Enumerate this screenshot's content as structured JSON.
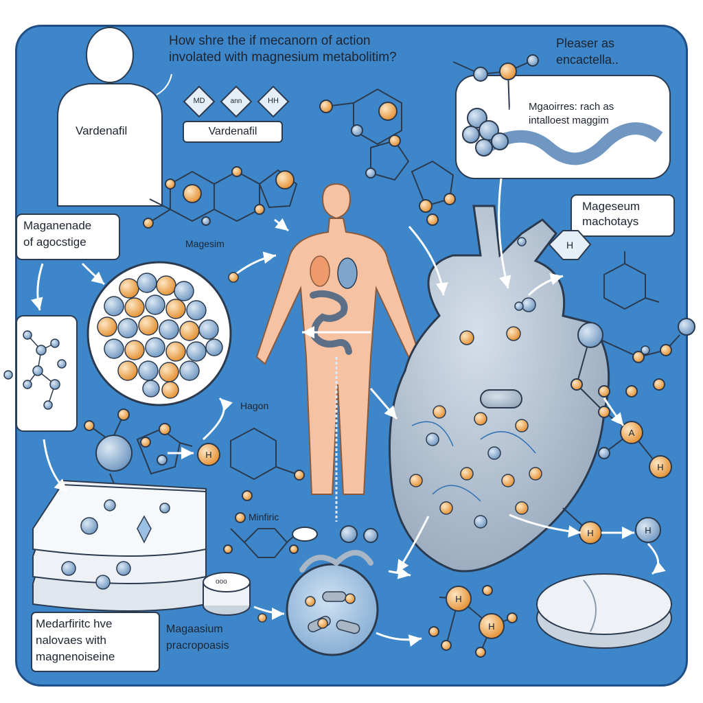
{
  "title": {
    "line1": "How shre the if mecanorn of action",
    "line2": "involated with magnesium metabolitim?"
  },
  "person": {
    "label": "Vardenafil"
  },
  "vardenafil_tag": {
    "label": "Vardenafil"
  },
  "hex_badges": [
    "MD",
    "ann",
    "HH"
  ],
  "top_right_note": {
    "line1": "Pleaser as",
    "line2": "encactella.."
  },
  "top_right_box": {
    "line1": "Mgaoirres: rach as",
    "line2": "intalloest maggim"
  },
  "magnesium_machotays": {
    "line1": "Mageseum",
    "line2": "machotays"
  },
  "left_box": {
    "line1": "Maganenade",
    "line2": "of agocstige"
  },
  "bottom_left_box": {
    "line1": "Medarfiritc hve",
    "line2": "nalovaes with",
    "line3": "magnenoiseine"
  },
  "labels": {
    "magesim": "Magesim",
    "hagon": "Hagon",
    "minfiric": "Minfiric",
    "magnesium_process_line1": "Magaasium",
    "magnesium_process_line2": "pracropoasis",
    "pill": "ooo"
  },
  "colors": {
    "background": "#3d86c9",
    "atom_blue": "#7ea5cc",
    "atom_orange": "#f0a24e",
    "heart": "#a9b8c9",
    "body": "#f6c2a2",
    "panel_white": "#ffffff"
  },
  "icons": [
    "person-silhouette-icon",
    "human-body-icon",
    "heart-icon",
    "molecule-icon",
    "pill-icon",
    "tablet-stack-icon",
    "bacteria-dish-icon"
  ]
}
